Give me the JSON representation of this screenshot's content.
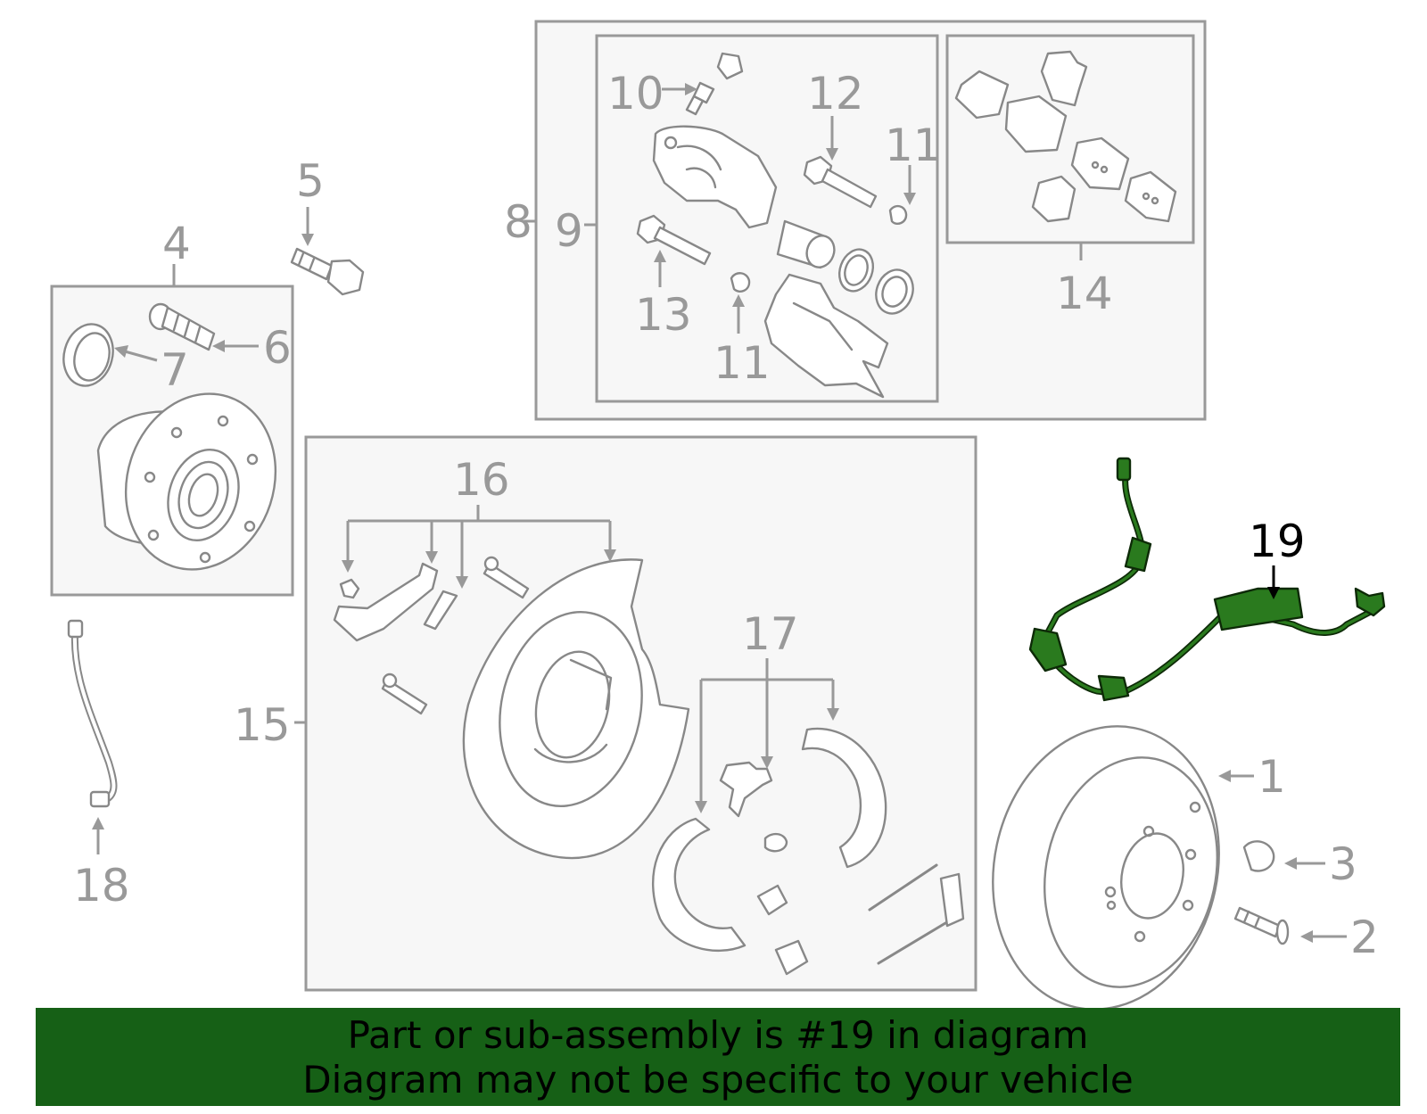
{
  "callouts": {
    "c1": "1",
    "c2": "2",
    "c3": "3",
    "c4": "4",
    "c5": "5",
    "c6": "6",
    "c7": "7",
    "c8": "8",
    "c9": "9",
    "c10": "10",
    "c11a": "11",
    "c11b": "11",
    "c12": "12",
    "c13": "13",
    "c14": "14",
    "c15": "15",
    "c16": "16",
    "c17": "17",
    "c18": "18",
    "c19": "19"
  },
  "highlight_part": "19",
  "colors": {
    "highlight": "#2a7a1e",
    "banner": "#166016",
    "label": "#999999",
    "box_bg": "#f7f7f7"
  },
  "banner": {
    "line1": "Part or sub-assembly is #19 in diagram",
    "line2": "Diagram may not be specific to your vehicle"
  }
}
